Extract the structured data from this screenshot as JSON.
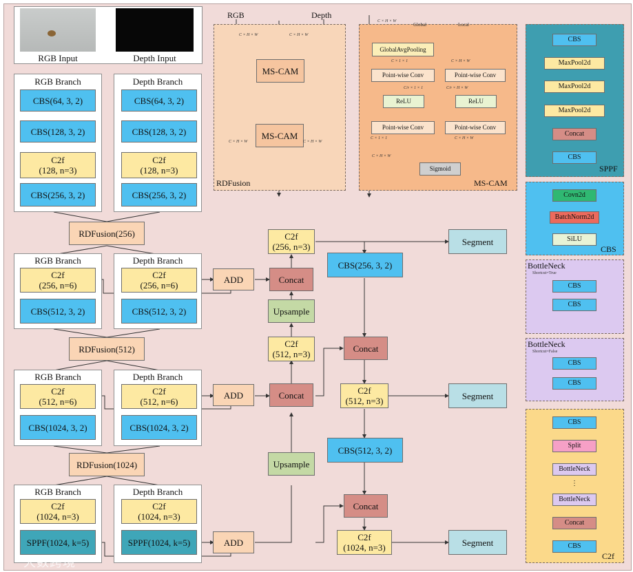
{
  "inputs": {
    "rgb": "RGB Input",
    "depth": "Depth Input"
  },
  "branches": {
    "rgb": "RGB Branch",
    "depth": "Depth Branch"
  },
  "stage1": {
    "cbs1": "CBS(64, 3, 2)",
    "cbs2": "CBS(128, 3, 2)",
    "c2f_a": "C2f",
    "c2f_b": "(128, n=3)",
    "cbs3": "CBS(256, 3, 2)"
  },
  "rdf": {
    "r256": "RDFusion(256)",
    "r512": "RDFusion(512)",
    "r1024": "RDFusion(1024)"
  },
  "stage2": {
    "c2f_a": "C2f",
    "c2f_b": "(256, n=6)",
    "cbs": "CBS(512, 3, 2)"
  },
  "stage3": {
    "c2f_a": "C2f",
    "c2f_b": "(512, n=6)",
    "cbs": "CBS(1024, 3, 2)"
  },
  "stage4": {
    "c2f_a": "C2f",
    "c2f_b": "(1024, n=3)",
    "sppf": "SPPF(1024, k=5)"
  },
  "neck": {
    "add": "ADD",
    "concat": "Concat",
    "upsample": "Upsample",
    "c2f": "C2f",
    "c2f_256": "(256, n=3)",
    "c2f_512": "(512, n=3)",
    "c2f_1024": "(1024, n=3)",
    "cbs256": "CBS(256, 3, 2)",
    "cbs512": "CBS(512, 3, 2)",
    "segment": "Segment"
  },
  "rdfusion": {
    "title": "RDFusion",
    "rgb": "RGB",
    "depth": "Depth",
    "mscam": "MS-CAM",
    "dim": "C × H × W"
  },
  "mscam": {
    "title": "MS-CAM",
    "dim": "C × H × W",
    "global": "Global",
    "local": "Local",
    "gap": "GlobalAvgPooling",
    "pw": "Point-wise Conv",
    "relu": "ReLU",
    "sigmoid": "Sigmoid",
    "c11": "C × 1 × 1",
    "cr11": "C/r × 1 × 1",
    "crhw": "C/r × H × W"
  },
  "sppf": {
    "title": "SPPF",
    "cbs": "CBS",
    "mp": "MaxPool2d",
    "concat": "Concat"
  },
  "cbsblk": {
    "title": "CBS",
    "conv": "Covn2d",
    "bn": "BatchNorm2d",
    "silu": "SiLU"
  },
  "bn_true": {
    "title": "BottleNeck",
    "sub": "Shortcut=True",
    "cbs": "CBS"
  },
  "bn_false": {
    "title": "BottleNeck",
    "sub": "Shortcut=False",
    "cbs": "CBS"
  },
  "c2fblk": {
    "title": "C2f",
    "cbs": "CBS",
    "split": "Split",
    "bn": "BottleNeck",
    "dots": "⋮",
    "concat": "Concat"
  },
  "watermark": "大数跨境"
}
